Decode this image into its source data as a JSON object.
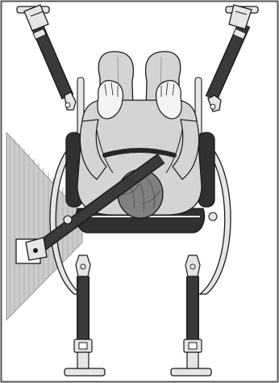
{
  "diagram": {
    "colors": {
      "outline": "#1a1a1a",
      "strap": "#3a3a3a",
      "strap_dark": "#262626",
      "hardware": "#e6e6e6",
      "clothing": "#d4d4d4",
      "skin": "#f4f4f4",
      "hair": "#808080",
      "seat": "#303030",
      "wall_shade": "#c8c8c8",
      "border": "#555555"
    },
    "parts": {
      "floor_anchors": 4,
      "front_tiedowns": 2,
      "rear_tiedowns": 2,
      "lap_belt": true,
      "shoulder_belt": true,
      "wall_anchor": true
    }
  }
}
